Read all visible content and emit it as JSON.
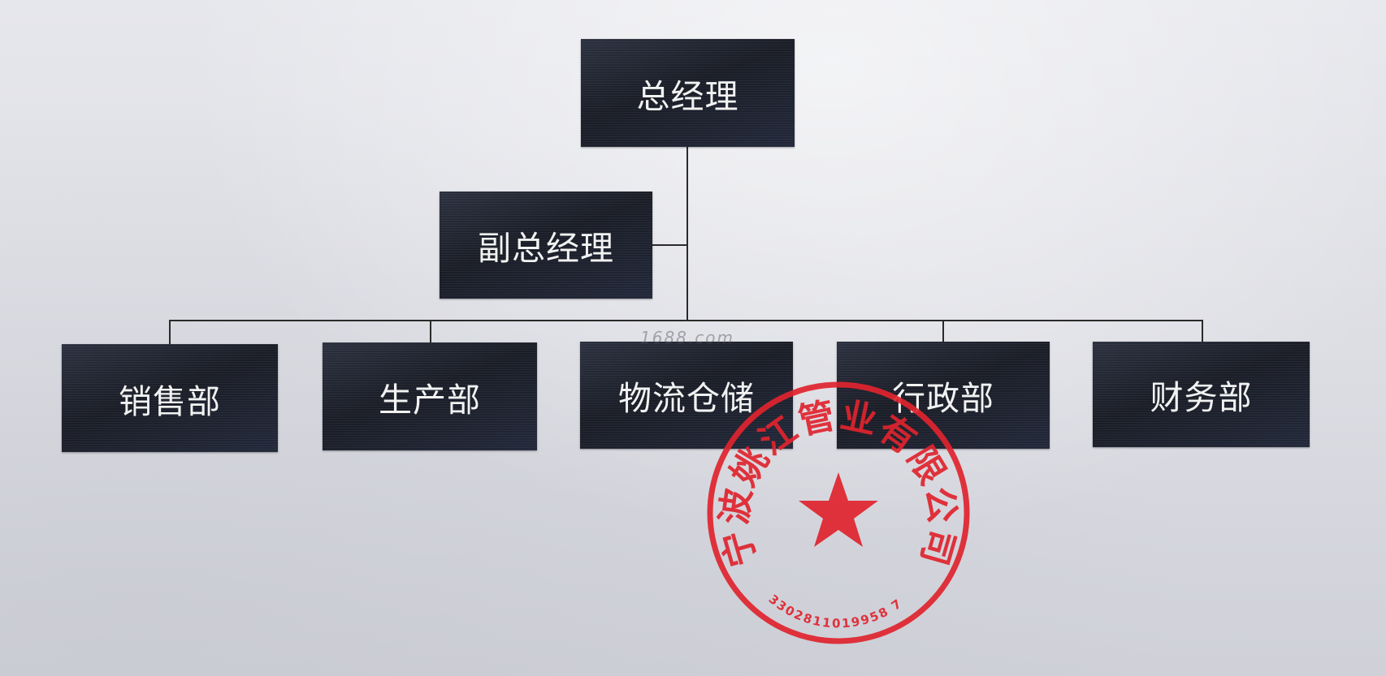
{
  "org_chart": {
    "top": {
      "label": "总经理"
    },
    "assistant": {
      "label": "副总经理"
    },
    "departments": [
      {
        "label": "销售部"
      },
      {
        "label": "生产部"
      },
      {
        "label": "物流仓储"
      },
      {
        "label": "行政部"
      },
      {
        "label": "财务部"
      }
    ]
  },
  "watermark": "1688.com",
  "seal": {
    "company_name": "宁波姚江管业有限公司",
    "registration_number": "3302811019958 7",
    "color": "#e0242e"
  },
  "colors": {
    "box_background": "#1f232d",
    "box_text": "#f2f2f2",
    "line": "#2a2a2a",
    "paper": "#dedfe4"
  }
}
